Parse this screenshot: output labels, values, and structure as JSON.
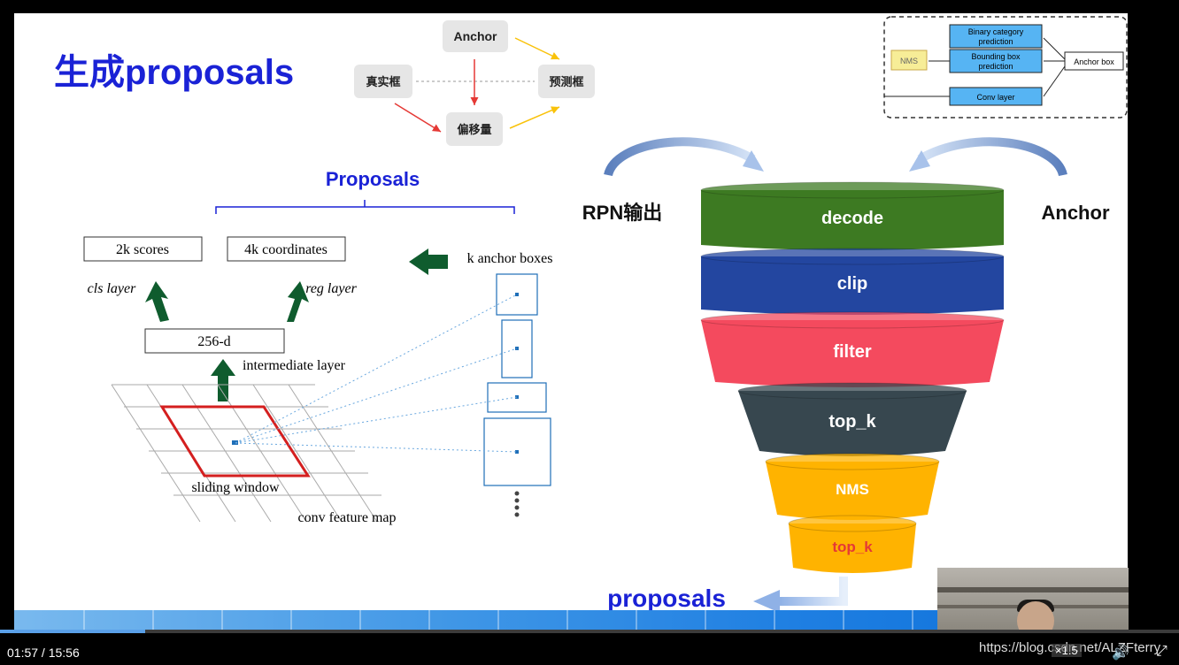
{
  "slide": {
    "title": "生成proposals",
    "flow": {
      "anchor": "Anchor",
      "truth": "真实框",
      "pred": "预测框",
      "offset": "偏移量"
    },
    "inset": {
      "binary": [
        "Binary category",
        "prediction"
      ],
      "bbox": [
        "Bounding box",
        "prediction"
      ],
      "nms": "NMS",
      "anchor_box": "Anchor box",
      "conv": "Conv layer"
    },
    "rpn": {
      "proposals_heading": "Proposals",
      "scores": "2k scores",
      "coords": "4k coordinates",
      "cls_layer": "cls layer",
      "reg_layer": "reg layer",
      "d256": "256-d",
      "intermediate": "intermediate layer",
      "anchor_boxes": "k anchor boxes",
      "sliding": "sliding window",
      "feature_map": "conv feature map"
    },
    "funnel": {
      "rpn_output": "RPN输出",
      "anchor": "Anchor",
      "output": "proposals",
      "stages": [
        "decode",
        "clip",
        "filter",
        "top_k",
        "NMS",
        "top_k"
      ],
      "colors": [
        "#3d7a22",
        "#2346a0",
        "#f44a5e",
        "#37474f",
        "#ffb300",
        "#ffb300"
      ]
    }
  },
  "player": {
    "time_current": "01:57",
    "time_total": "15:56",
    "progress": 0.123,
    "speed": "×1.5",
    "watermark": "https://blog.csdn.net/ALZFterry"
  }
}
